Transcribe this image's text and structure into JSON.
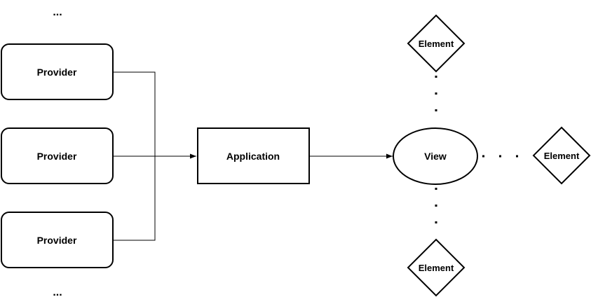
{
  "nodes": {
    "providers": [
      {
        "label": "Provider"
      },
      {
        "label": "Provider"
      },
      {
        "label": "Provider"
      }
    ],
    "application": {
      "label": "Application"
    },
    "view": {
      "label": "View"
    },
    "elements": {
      "top": {
        "label": "Element"
      },
      "right": {
        "label": "Element"
      },
      "bottom": {
        "label": "Element"
      }
    }
  },
  "ellipsis": {
    "top": "...",
    "bottom": "..."
  },
  "colors": {
    "stroke": "#000000",
    "fill": "#ffffff"
  }
}
